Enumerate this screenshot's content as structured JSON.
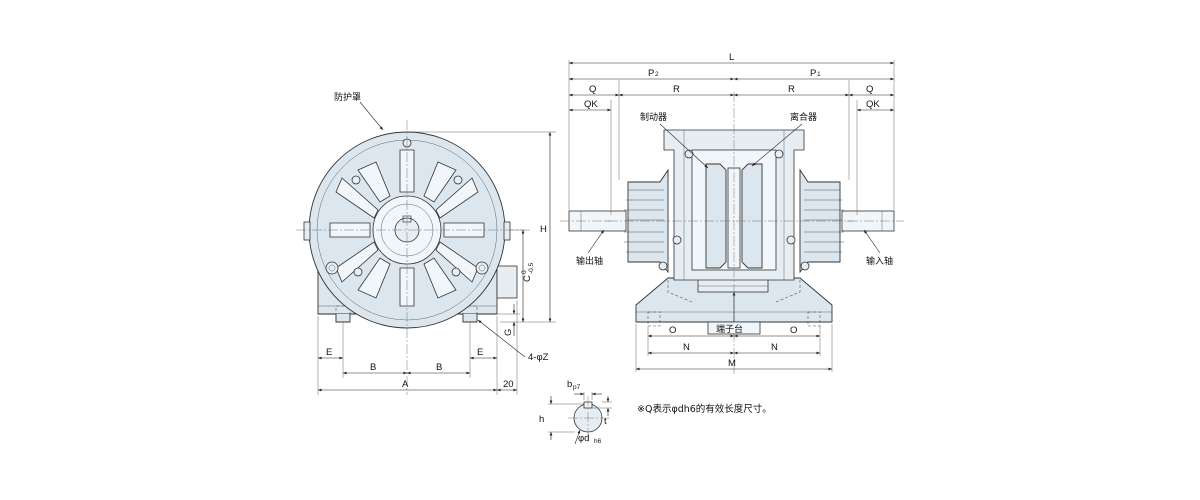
{
  "dimensions": {
    "L": "L",
    "P2": "P",
    "P2_sub": "2",
    "P1": "P",
    "P1_sub": "1",
    "Q": "Q",
    "QK": "QK",
    "R": "R",
    "H": "H",
    "C": "C",
    "C_sup": "0",
    "C_sub": "-0.5",
    "G": "G",
    "E": "E",
    "B": "B",
    "A": "A",
    "twenty": "20",
    "Z": "4-φZ",
    "O": "O",
    "N": "N",
    "M": "M",
    "bp7": "b",
    "bp7_sub": "p7",
    "h": "h",
    "t": "t",
    "dh6": "φd",
    "dh6_sub": "h6"
  },
  "labels": {
    "guard": "防护罩",
    "brake": "制动器",
    "clutch": "离合器",
    "output_shaft": "输出轴",
    "input_shaft": "输入轴",
    "terminal": "端子台"
  },
  "note": "※Q表示φdh6的有效长度尺寸。",
  "colors": {
    "body_fill": "#dce6ee",
    "line": "#222222"
  }
}
